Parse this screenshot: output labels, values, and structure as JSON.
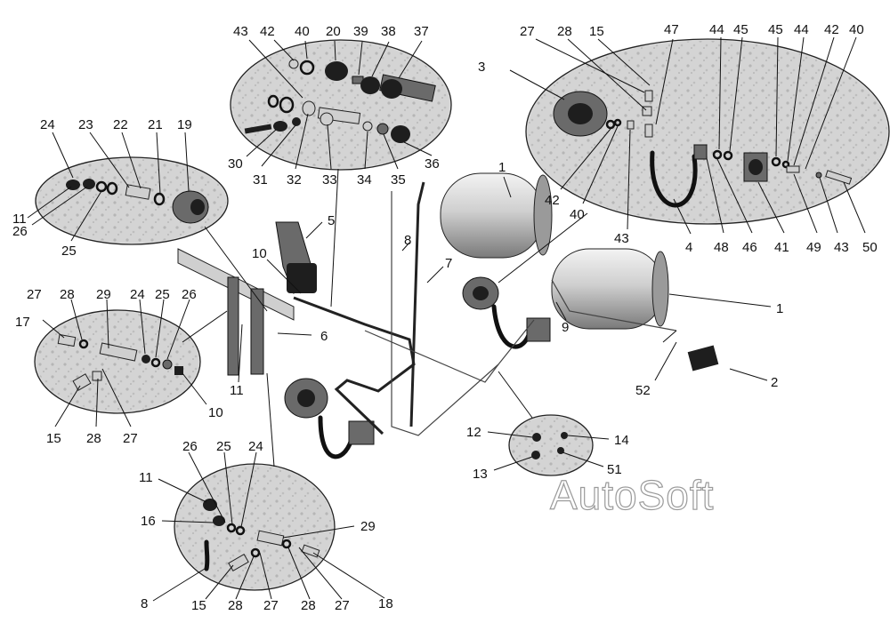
{
  "watermark": "AutoSoft",
  "callouts": {
    "l_43a": "43",
    "l_42a": "42",
    "l_40a": "40",
    "l_20": "20",
    "l_39": "39",
    "l_38": "38",
    "l_37": "37",
    "l_30": "30",
    "l_31": "31",
    "l_32": "32",
    "l_33": "33",
    "l_34": "34",
    "l_35": "35",
    "l_36": "36",
    "l_24a": "24",
    "l_23": "23",
    "l_22": "22",
    "l_21": "21",
    "l_19": "19",
    "l_11a": "11",
    "l_26a": "26",
    "l_25a": "25",
    "l_27a": "27",
    "l_28a": "28",
    "l_15a": "15",
    "l_47": "47",
    "l_44a": "44",
    "l_45a": "45",
    "l_45b": "45",
    "l_44b": "44",
    "l_42b": "42",
    "l_40b": "40",
    "l_3": "3",
    "l_42c": "42",
    "l_40c": "40",
    "l_43b": "43",
    "l_4": "4",
    "l_48": "48",
    "l_46": "46",
    "l_41": "41",
    "l_49": "49",
    "l_43c": "43",
    "l_50": "50",
    "l_1a": "1",
    "l_1b": "1",
    "l_5": "5",
    "l_8a": "8",
    "l_7": "7",
    "l_10a": "10",
    "l_6": "6",
    "l_9": "9",
    "l_2": "2",
    "l_52": "52",
    "l_11b": "11",
    "l_27b": "27",
    "l_28b": "28",
    "l_29a": "29",
    "l_24b": "24",
    "l_25b": "25",
    "l_26b": "26",
    "l_17": "17",
    "l_10b": "10",
    "l_15b": "15",
    "l_28c": "28",
    "l_27c": "27",
    "l_12": "12",
    "l_14": "14",
    "l_13": "13",
    "l_51": "51",
    "l_26c": "26",
    "l_25c": "25",
    "l_24c": "24",
    "l_11c": "11",
    "l_16": "16",
    "l_29b": "29",
    "l_8b": "8",
    "l_15c": "15",
    "l_28d": "28",
    "l_27d": "27",
    "l_28e": "28",
    "l_27e": "27",
    "l_18": "18"
  }
}
